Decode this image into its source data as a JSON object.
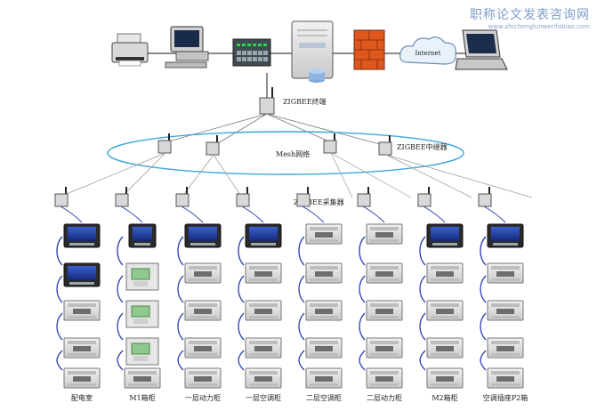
{
  "watermark": {
    "title": "职称论文发表咨询网",
    "url": "www.zhichenglunwenfabiao.com"
  },
  "labels": {
    "internet": "Internet",
    "coordinator": "ZIGBEE终端",
    "mesh": "Mesh网络",
    "router": "ZIGBEE中继器",
    "collector": "ZIGBEE采集器"
  },
  "cabinets": [
    {
      "label": "配电室",
      "devices": [
        "screen",
        "screen",
        "meter",
        "meter",
        "meter"
      ]
    },
    {
      "label": "M1箱柜",
      "devices": [
        "screen-small",
        "green",
        "green",
        "green",
        "meter"
      ]
    },
    {
      "label": "一层动力柜",
      "devices": [
        "screen",
        "meter",
        "meter",
        "meter",
        "meter"
      ]
    },
    {
      "label": "一层空调柜",
      "devices": [
        "screen",
        "meter",
        "meter",
        "meter",
        "meter"
      ]
    },
    {
      "label": "二层空调柜",
      "devices": [
        "meter",
        "meter",
        "meter",
        "meter",
        "meter"
      ]
    },
    {
      "label": "二层动力柜",
      "devices": [
        "meter",
        "meter",
        "meter",
        "meter",
        "meter"
      ]
    },
    {
      "label": "M2箱柜",
      "devices": [
        "screen",
        "meter",
        "meter",
        "meter",
        "meter"
      ]
    },
    {
      "label": "空调插座P2箱",
      "devices": [
        "screen",
        "meter",
        "meter",
        "meter",
        "meter"
      ]
    }
  ],
  "colors": {
    "mesh_ellipse": "#3fa6d6",
    "bus_wire": "#2b3fb0",
    "device_body": "#d9d9d9",
    "screen_blue": "#1f3da8",
    "green_module": "#8fc98f"
  },
  "icons": [
    "printer-icon",
    "pc-icon",
    "switch-icon",
    "server-icon",
    "firewall-icon",
    "cloud-icon",
    "laptop-icon",
    "antenna-icon"
  ]
}
